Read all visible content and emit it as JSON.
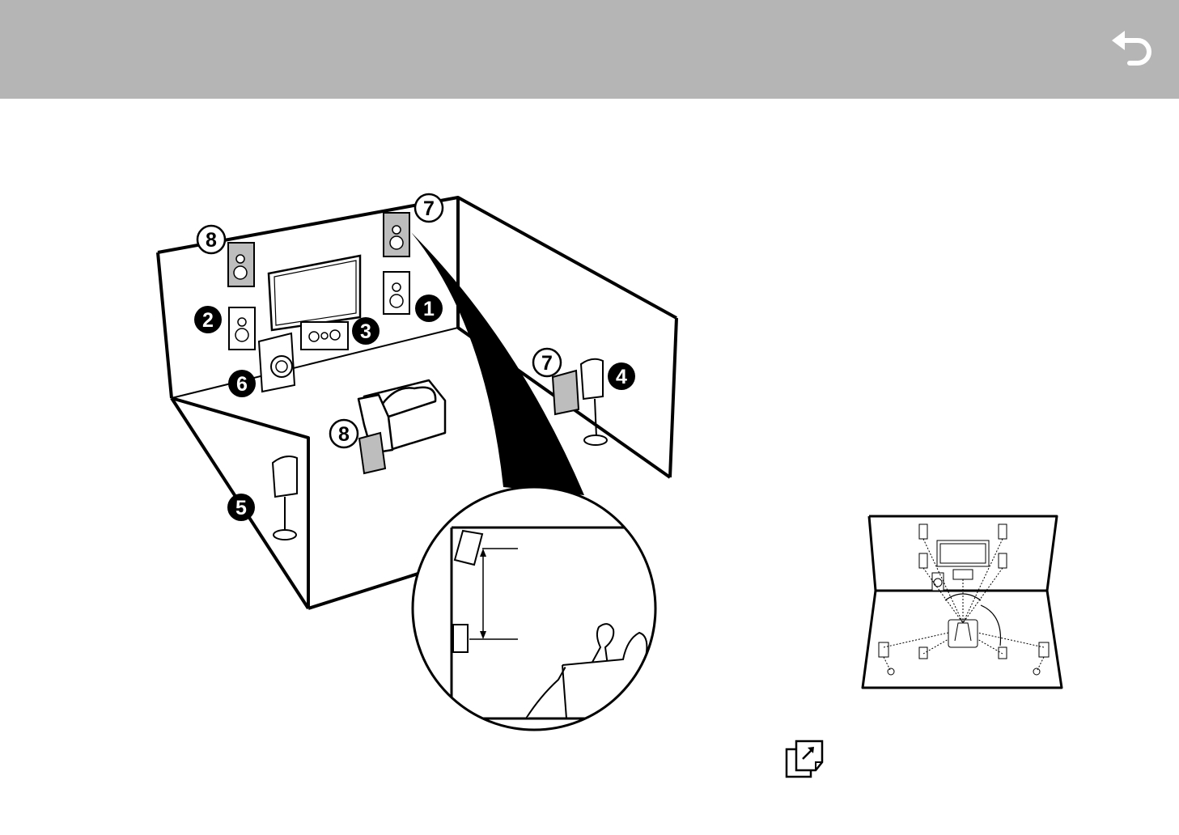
{
  "nav": {
    "back_icon": "return-arrow-icon"
  },
  "diagram": {
    "speaker_labels": [
      {
        "num": "1",
        "style": "filled"
      },
      {
        "num": "2",
        "style": "filled"
      },
      {
        "num": "3",
        "style": "filled"
      },
      {
        "num": "4",
        "style": "filled"
      },
      {
        "num": "5",
        "style": "filled"
      },
      {
        "num": "6",
        "style": "filled"
      },
      {
        "num": "7",
        "style": "outlined"
      },
      {
        "num": "7",
        "style": "outlined"
      },
      {
        "num": "8",
        "style": "outlined"
      },
      {
        "num": "8",
        "style": "outlined"
      }
    ]
  },
  "reference": {
    "icon": "page-reference-icon"
  }
}
